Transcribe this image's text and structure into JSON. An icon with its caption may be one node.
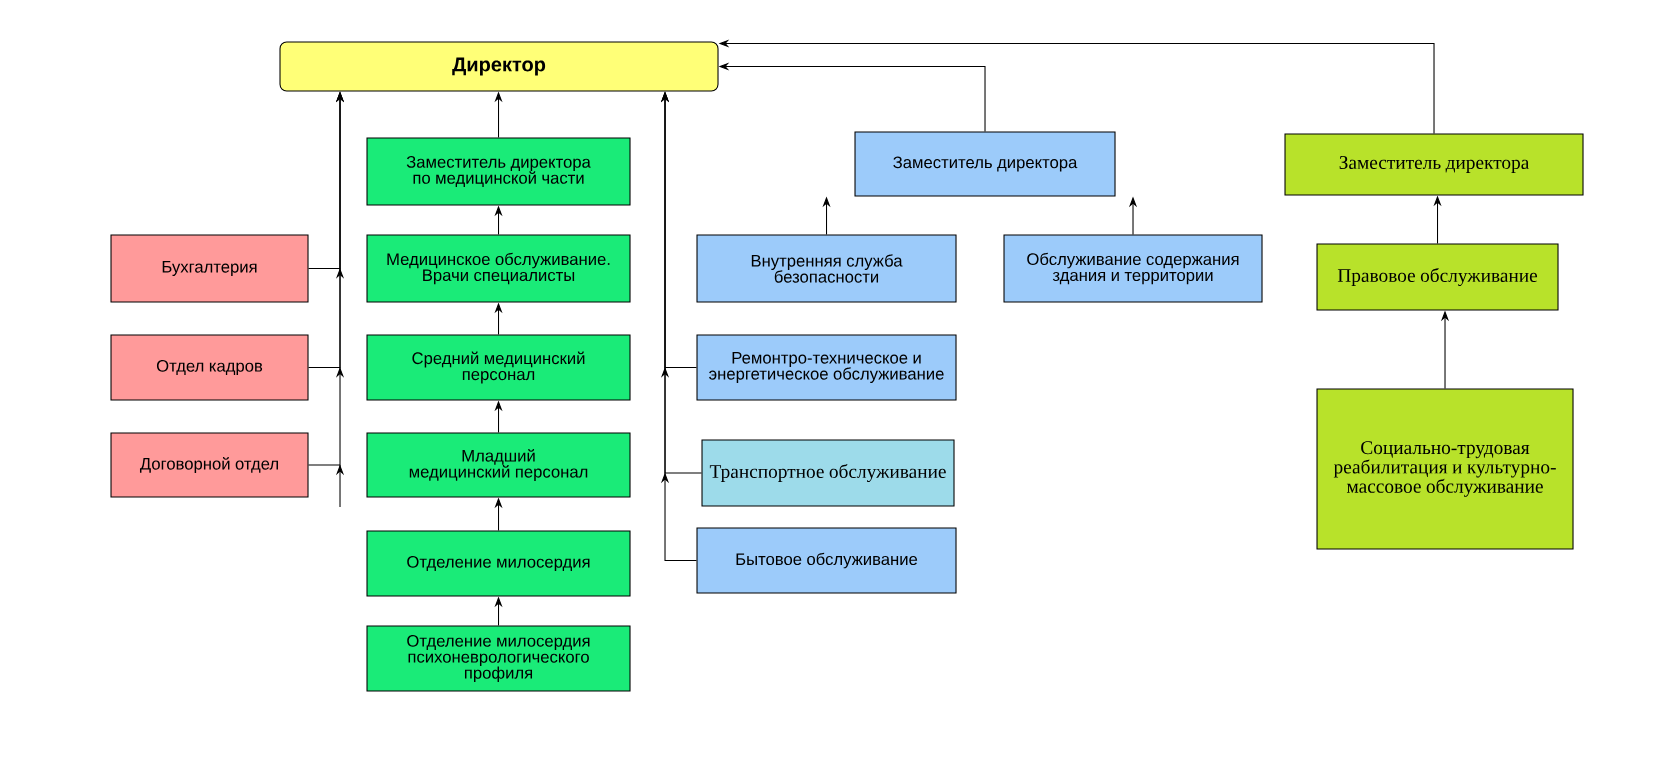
{
  "diagram": {
    "nodes": [
      {
        "text": [
          "Директор"
        ]
      },
      {
        "text": [
          "Бухгалтерия"
        ]
      },
      {
        "text": [
          "Отдел кадров"
        ]
      },
      {
        "text": [
          "Договорной отдел"
        ]
      },
      {
        "text": [
          "Заместитель директора по медицинской части"
        ]
      },
      {
        "text": [
          "Медицинское обслуживание. Врачи специалисты"
        ]
      },
      {
        "text": [
          "Средний медицинский персонал"
        ]
      },
      {
        "text": [
          "Младший медицинский персонал"
        ]
      },
      {
        "text": [
          "Отделение милосердия"
        ]
      },
      {
        "text": [
          "Отделение милосердия психоневрологического профиля"
        ]
      },
      {
        "text": [
          "Заместитель директора"
        ]
      },
      {
        "text": [
          "Внутренняя служба безопасности"
        ]
      },
      {
        "text": [
          "Обслуживание содержания здания и территории"
        ]
      },
      {
        "text": [
          "Ремонтро-техническое и энергетическое обслуживание"
        ]
      },
      {
        "text": [
          "Транспортное обслуживание"
        ]
      },
      {
        "text": [
          "Бытовое обслуживание"
        ]
      },
      {
        "text": [
          "Заместитель директора"
        ]
      },
      {
        "text": [
          "Правовое обслуживание"
        ]
      },
      {
        "text": [
          "Социально-трудовая реабилитация и культурно-массовое обслуживание"
        ]
      }
    ],
    "edges": [
      {
        "from": 1,
        "to": 0,
        "arrow": "to"
      },
      {
        "from": 2,
        "to": 0,
        "arrow": "to"
      },
      {
        "from": 3,
        "to": 0,
        "arrow": "to"
      },
      {
        "from": 4,
        "to": 0,
        "arrow": "to"
      },
      {
        "from": 5,
        "to": 4,
        "arrow": "to"
      },
      {
        "from": 6,
        "to": 5,
        "arrow": "to"
      },
      {
        "from": 7,
        "to": 6,
        "arrow": "to"
      },
      {
        "from": 8,
        "to": 7,
        "arrow": "to"
      },
      {
        "from": 9,
        "to": 8,
        "arrow": "to"
      },
      {
        "from": 10,
        "to": 0,
        "arrow": "to"
      },
      {
        "from": 11,
        "to": 10,
        "arrow": "to"
      },
      {
        "from": 12,
        "to": 10,
        "arrow": "to"
      },
      {
        "from": 13,
        "to": 0,
        "arrow": "to"
      },
      {
        "from": 14,
        "to": 0,
        "arrow": "to"
      },
      {
        "from": 15,
        "to": 0,
        "arrow": "to"
      },
      {
        "from": 16,
        "to": 0,
        "arrow": "to"
      },
      {
        "from": 17,
        "to": 16,
        "arrow": "to"
      },
      {
        "from": 18,
        "to": 17,
        "arrow": "to"
      }
    ]
  }
}
